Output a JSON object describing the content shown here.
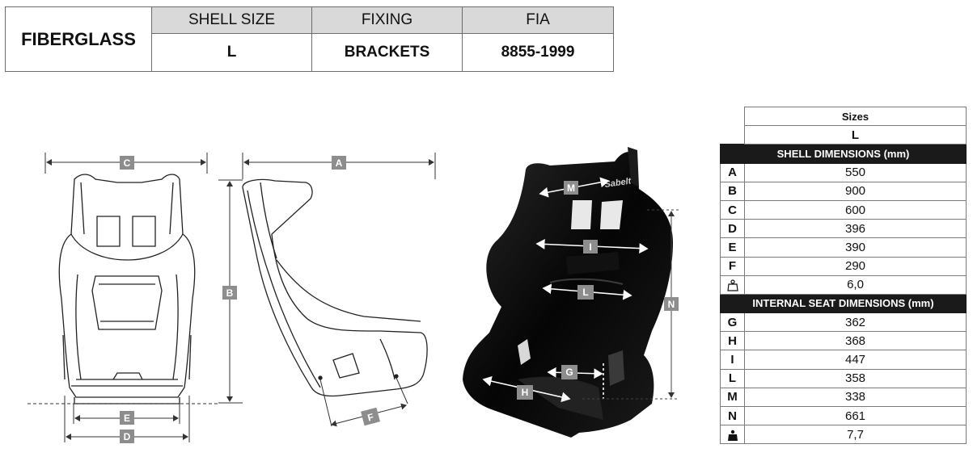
{
  "spec": {
    "material": "FIBERGLASS",
    "headers": [
      "SHELL SIZE",
      "FIXING",
      "FIA"
    ],
    "values": [
      "L",
      "BRACKETS",
      "8855-1999"
    ]
  },
  "drawing_labels": {
    "front_width": "C",
    "front_base": "E",
    "front_bottom": "D",
    "side_depth": "A",
    "side_height": "B",
    "side_seat": "F",
    "persp_shoulder": "M",
    "persp_mid": "I",
    "persp_lumbar": "L",
    "persp_height": "N",
    "persp_hip": "G",
    "persp_cushion": "H",
    "brand": "Sabelt"
  },
  "dims_table": {
    "sizes_label": "Sizes",
    "size": "L",
    "shell_title": "SHELL DIMENSIONS (mm)",
    "shell": [
      {
        "key": "A",
        "value": "550"
      },
      {
        "key": "B",
        "value": "900"
      },
      {
        "key": "C",
        "value": "600"
      },
      {
        "key": "D",
        "value": "396"
      },
      {
        "key": "E",
        "value": "390"
      },
      {
        "key": "F",
        "value": "290"
      }
    ],
    "weight_empty_icon": "weight-outline-icon",
    "weight_empty": "6,0",
    "internal_title": "INTERNAL SEAT DIMENSIONS (mm)",
    "internal": [
      {
        "key": "G",
        "value": "362"
      },
      {
        "key": "H",
        "value": "368"
      },
      {
        "key": "I",
        "value": "447"
      },
      {
        "key": "L",
        "value": "358"
      },
      {
        "key": "M",
        "value": "338"
      },
      {
        "key": "N",
        "value": "661"
      }
    ],
    "weight_full_icon": "weight-filled-icon",
    "weight_full": "7,7"
  }
}
